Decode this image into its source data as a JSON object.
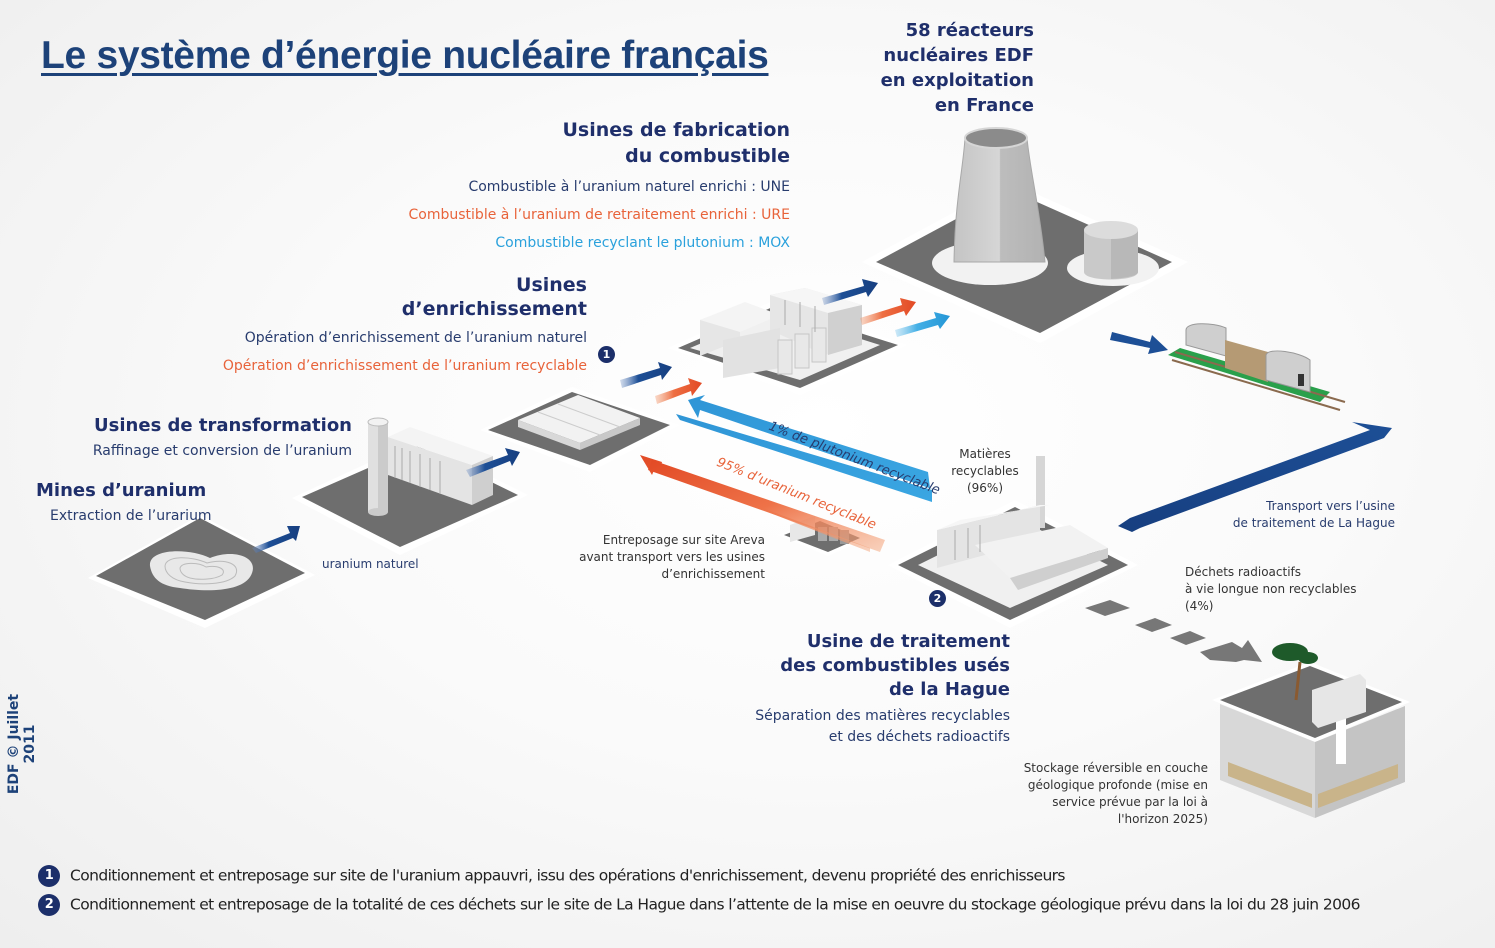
{
  "title": "Le système d’énergie nucléaire français",
  "credit": "EDF © Juillet 2011",
  "colors": {
    "navy": "#1f2f6b",
    "uranium_natural_arrow": "#1d4f96",
    "uranium_recycled_arrow": "#e8633a",
    "plutonium_arrow": "#2aa1dc",
    "platform_dark": "#6b6b6b",
    "building": "#e6e6e6"
  },
  "stages": {
    "reactors": {
      "title_lines": [
        "58 réacteurs",
        "nucléaires EDF",
        "en exploitation",
        "en France"
      ]
    },
    "fuel_fabrication": {
      "title_lines": [
        "Usines de fabrication",
        "du combustible"
      ],
      "items": [
        {
          "text": "Combustible à l’uranium naturel enrichi : UNE",
          "tone": "navy"
        },
        {
          "text": "Combustible à l’uranium de retraitement enrichi : URE",
          "tone": "orange"
        },
        {
          "text": "Combustible recyclant le plutonium : MOX",
          "tone": "sky"
        }
      ]
    },
    "enrichment": {
      "title_lines": [
        "Usines",
        "d’enrichissement"
      ],
      "items": [
        {
          "text": "Opération d’enrichissement de l’uranium naturel",
          "tone": "navy"
        },
        {
          "text": "Opération d’enrichissement de l’uranium recyclable",
          "tone": "orange"
        }
      ],
      "badge": "1"
    },
    "transformation": {
      "title": "Usines de transformation",
      "subtitle": "Raffinage et conversion de l’uranium"
    },
    "mines": {
      "title": "Mines d’uranium",
      "subtitle": "Extraction de l’urarium"
    },
    "reprocessing": {
      "title_lines": [
        "Usine de traitement",
        "des combustibles usés",
        "de la Hague"
      ],
      "subtitle_lines": [
        "Séparation des matières recyclables",
        "et des déchets radioactifs"
      ],
      "badge": "2"
    },
    "storage": {
      "lines": [
        "Stockage réversible en couche",
        "géologique profonde (mise en",
        "service prévue par la loi à",
        "l'horizon 2025)"
      ]
    }
  },
  "flow_labels": {
    "natural_uranium": "uranium naturel",
    "plutonium": "1% de plutonium recyclable",
    "uranium_recyclable": "95% d’uranium recyclable",
    "recyclable_materials": [
      "Matières",
      "recyclables",
      "(96%)"
    ],
    "areva_storage": [
      "Entreposage sur site Areva",
      "avant transport vers les usines",
      "d’enrichissement"
    ],
    "transport_hague": [
      "Transport vers l’usine",
      "de traitement de La Hague"
    ],
    "waste": [
      "Déchets radioactifs",
      "à vie longue non recyclables",
      "(4%)"
    ]
  },
  "footnotes": [
    {
      "badge": "1",
      "text": "Conditionnement et entreposage sur site de l'uranium appauvri, issu des opérations d'enrichissement, devenu propriété des enrichisseurs"
    },
    {
      "badge": "2",
      "text": "Conditionnement et entreposage de la totalité de ces déchets sur le site de La Hague dans l’attente de la mise en oeuvre du stockage géologique prévu dans la loi du 28 juin 2006"
    }
  ]
}
